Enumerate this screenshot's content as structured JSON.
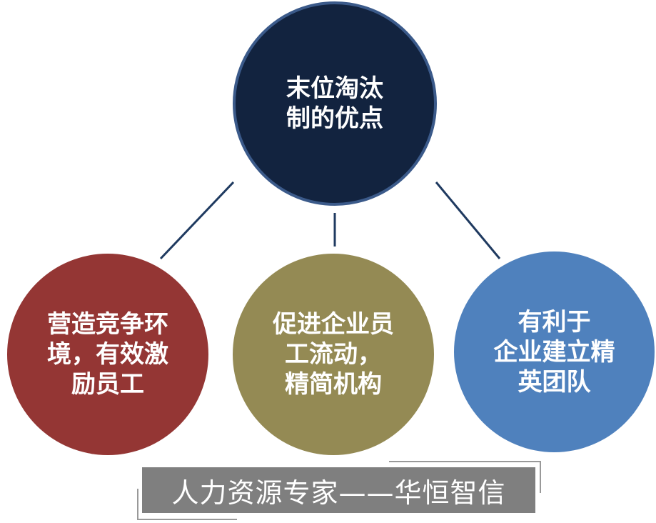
{
  "center": {
    "text": "末位淘汰\n制的优点",
    "color": "#12233f"
  },
  "benefits": [
    {
      "text": "营造竞争环\n境，有效激\n励员工",
      "color": "#943634"
    },
    {
      "text": "促进企业员\n工流动，\n精简机构",
      "color": "#948a54"
    },
    {
      "text": "有利于\n企业建立精\n英团队",
      "color": "#4f81bd"
    }
  ],
  "banner": {
    "text": "人力资源专家——华恒智信"
  }
}
